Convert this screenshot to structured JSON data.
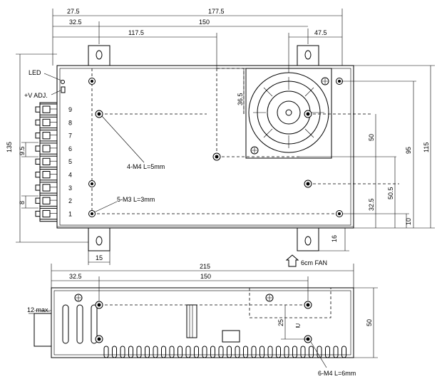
{
  "top_view": {
    "dimensions": {
      "d_27_5": "27.5",
      "d_177_5": "177.5",
      "d_32_5": "32.5",
      "d_150": "150",
      "d_117_5": "117.5",
      "d_47_5": "47.5",
      "d_135": "135",
      "d_36_5": "36.5",
      "d_50": "50",
      "d_95": "95",
      "d_115": "115",
      "d_50_5": "50.5",
      "d_32_5_right": "32.5",
      "d_10": "10",
      "d_9_5": "9.5",
      "d_8": "8",
      "d_15": "15",
      "d_16": "16"
    },
    "labels": {
      "led": "LED",
      "vadj": "+V ADJ.",
      "m4_holes": "4-M4 L=5mm",
      "m3_holes": "5-M3 L=3mm",
      "fan": "6cm FAN"
    },
    "terminals": [
      "9",
      "8",
      "7",
      "6",
      "5",
      "4",
      "3",
      "2",
      "1"
    ]
  },
  "side_view": {
    "dimensions": {
      "d_215": "215",
      "d_32_5": "32.5",
      "d_150": "150",
      "d_12_max": "12 max.",
      "d_25": "25",
      "d_50": "50"
    },
    "labels": {
      "m4_holes": "6-M4 L=6mm"
    }
  }
}
